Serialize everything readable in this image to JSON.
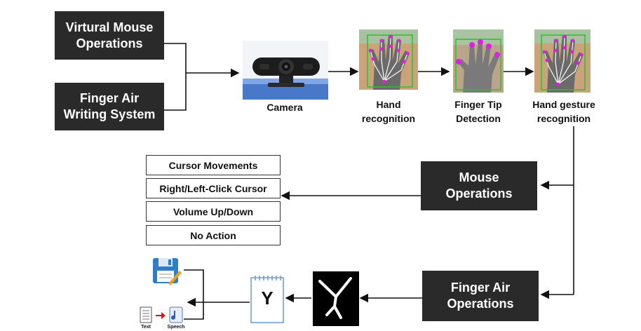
{
  "inputs": {
    "virtual_mouse": "Virtural Mouse\nOperations",
    "finger_air_writing": "Finger Air\nWriting  System"
  },
  "pipeline": {
    "camera": "Camera",
    "hand_recognition": "Hand\nrecognition",
    "finger_tip": "Finger Tip\nDetection",
    "hand_gesture": "Hand gesture\nrecognition"
  },
  "mouse_operations": {
    "title": "Mouse\nOperations",
    "items": [
      "Cursor Movements",
      "Right/Left-Click Cursor",
      "Volume Up/Down",
      "No Action"
    ]
  },
  "finger_air_operations": {
    "title": "Finger Air\nOperations",
    "note_letter": "Y",
    "text_label": "Text",
    "speech_label": "Speech"
  },
  "colors": {
    "box_dark": "#2a2a2a",
    "landmark": "#e020e0",
    "bbox": "#2fbf2f"
  },
  "icons": [
    "webcam-icon",
    "hand-landmark-icon",
    "y-stroke-icon",
    "note-pad-icon",
    "floppy-save-icon",
    "text-to-speech-icon"
  ]
}
